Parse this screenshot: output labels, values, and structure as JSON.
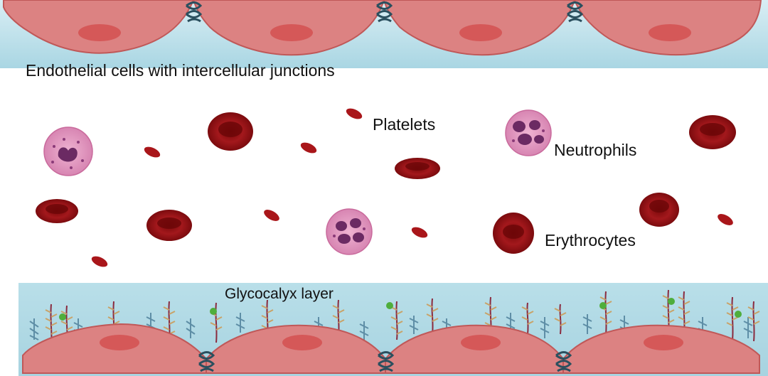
{
  "labels": {
    "endothelial": "Endothelial cells with intercellular junctions",
    "platelets": "Platelets",
    "neutrophils": "Neutrophils",
    "erythrocytes": "Erythrocytes",
    "glycocalyx": "Glycocalyx layer"
  },
  "colors": {
    "cell_fill": "#dc8282",
    "cell_stroke": "#c05858",
    "nucleus": "#d55858",
    "junction": "#2a4f5e",
    "lumen_top": "#b9dfe9",
    "lumen_bottom": "#9fd0de",
    "erythrocyte": "#8e1012",
    "erythrocyte_center": "#6a0608",
    "platelet": "#a9161a",
    "neutrophil_body": "#e6a0c4",
    "neutrophil_nucleus": "#6b2a63",
    "glyco_blue": "#5e8ea6",
    "glyco_red": "#8a2a3e",
    "glyco_tan": "#c9a267",
    "glyco_green": "#4fae3c"
  },
  "icons": [
    "endothelial-cell",
    "intercellular-junction",
    "erythrocyte",
    "platelet",
    "neutrophil",
    "glycocalyx-strand"
  ]
}
